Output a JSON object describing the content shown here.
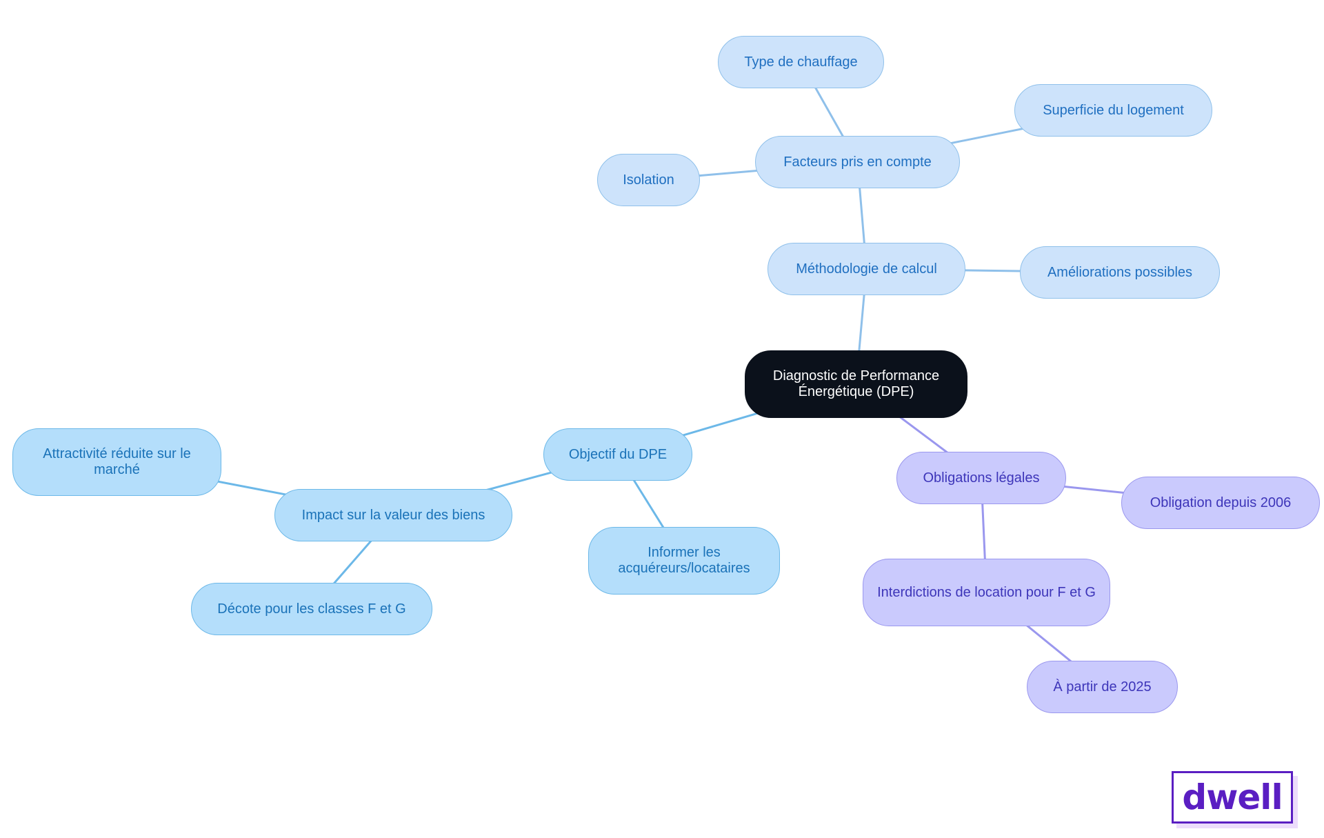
{
  "mindmap": {
    "root": {
      "id": "root",
      "label": "Diagnostic de Performance Énergétique (DPE)"
    },
    "nodes": [
      {
        "id": "methodologie",
        "label": "Méthodologie de calcul",
        "parent": "root",
        "group": "blue1"
      },
      {
        "id": "facteurs",
        "label": "Facteurs pris en compte",
        "parent": "methodologie",
        "group": "blue1"
      },
      {
        "id": "chauffage",
        "label": "Type de chauffage",
        "parent": "facteurs",
        "group": "blue1"
      },
      {
        "id": "superficie",
        "label": "Superficie du logement",
        "parent": "facteurs",
        "group": "blue1"
      },
      {
        "id": "isolation",
        "label": "Isolation",
        "parent": "facteurs",
        "group": "blue1"
      },
      {
        "id": "ameliorations",
        "label": "Améliorations possibles",
        "parent": "methodologie",
        "group": "blue1"
      },
      {
        "id": "objectif",
        "label": "Objectif du DPE",
        "parent": "root",
        "group": "blue2"
      },
      {
        "id": "impact",
        "label": "Impact sur la valeur des biens",
        "parent": "objectif",
        "group": "blue2"
      },
      {
        "id": "attractivite",
        "label": "Attractivité réduite sur le marché",
        "parent": "impact",
        "group": "blue2"
      },
      {
        "id": "decote",
        "label": "Décote pour les classes F et G",
        "parent": "impact",
        "group": "blue2"
      },
      {
        "id": "informer",
        "label": "Informer les acquéreurs/locataires",
        "parent": "objectif",
        "group": "blue2"
      },
      {
        "id": "obligations",
        "label": "Obligations légales",
        "parent": "root",
        "group": "purple"
      },
      {
        "id": "depuis2006",
        "label": "Obligation depuis 2006",
        "parent": "obligations",
        "group": "purple"
      },
      {
        "id": "interdictions",
        "label": "Interdictions de location pour F et G",
        "parent": "obligations",
        "group": "purple"
      },
      {
        "id": "apartir2025",
        "label": "À partir de 2025",
        "parent": "interdictions",
        "group": "purple"
      }
    ]
  },
  "colors": {
    "root_fill": "#0b111b",
    "blue1_fill": "#cde3fb",
    "blue1_text": "#1f6fc0",
    "blue1_edge": "#8fc0ea",
    "blue2_fill": "#b4defb",
    "blue2_text": "#1a72b8",
    "blue2_edge": "#6cb8e8",
    "purple_fill": "#cacafd",
    "purple_text": "#3d35b9",
    "purple_edge": "#9a97ee"
  },
  "logo": {
    "text": "dwell",
    "color": "#5a1ec2"
  }
}
